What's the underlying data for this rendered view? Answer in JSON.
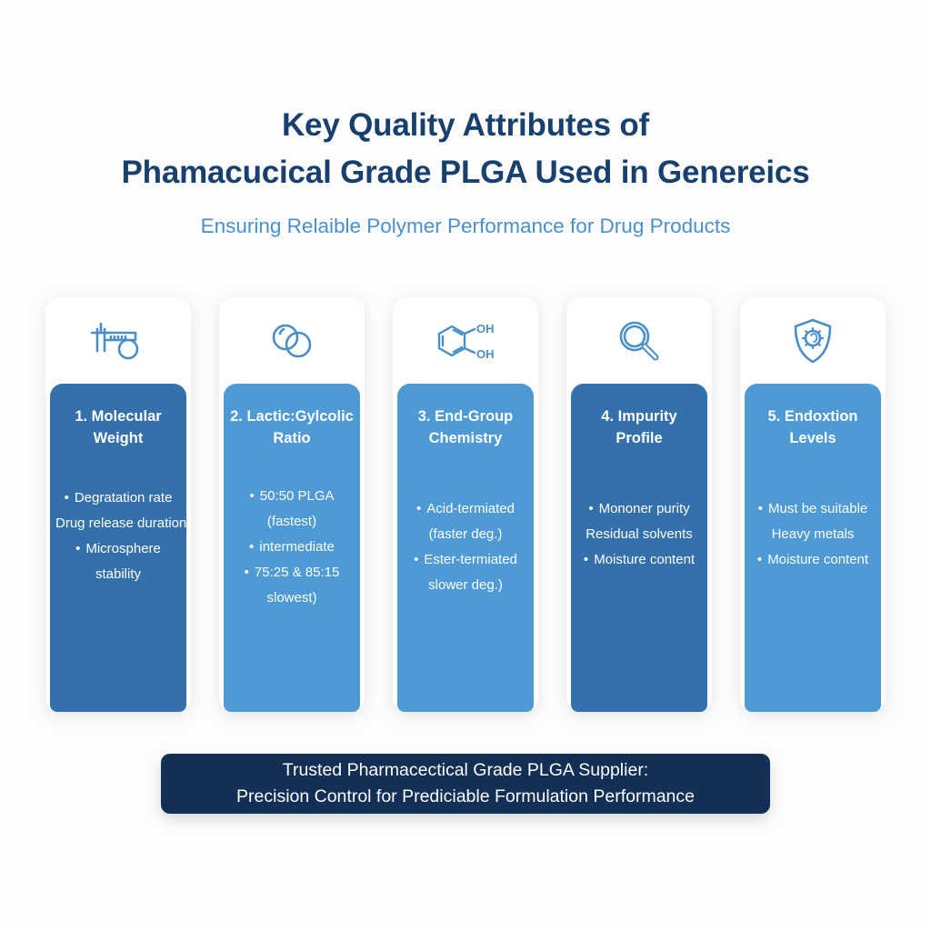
{
  "header": {
    "title_line1": "Key Quality Attributes of",
    "title_line2": "Phamacucical Grade PLGA Used in Genereics",
    "subtitle": "Ensuring Relaible Polymer Performance for Drug Products",
    "title_color": "#17406e",
    "subtitle_color": "#4a90cc"
  },
  "colors": {
    "background": "#fdfdfd",
    "panel_dark": "#3470ab",
    "panel_light": "#4e9ad4",
    "icon_blue": "#4a8fc7",
    "banner": "#122f56"
  },
  "cards": [
    {
      "icon": "caliper-icon",
      "heading_line1": "1. Molecular",
      "heading_line2": "Weight",
      "panel_color": "#3470ab",
      "bullets": [
        {
          "text": "Degratation rate",
          "bullet": true
        },
        {
          "text": "Drug release duration",
          "bullet": false
        },
        {
          "text": "Microsphere",
          "bullet": true
        },
        {
          "text": "stability",
          "bullet": false
        }
      ]
    },
    {
      "icon": "two-circles-icon",
      "heading_line1": "2. Lactic:Gylcolic",
      "heading_line2": "Ratio",
      "panel_color": "#4e9ad4",
      "bullets": [
        {
          "text": "50:50 PLGA",
          "bullet": true
        },
        {
          "text": "(fastest)",
          "bullet": false
        },
        {
          "text": "intermediate",
          "bullet": true
        },
        {
          "text": "75:25 & 85:15",
          "bullet": true
        },
        {
          "text": "slowest)",
          "bullet": false
        }
      ]
    },
    {
      "icon": "benzene-diol-icon",
      "heading_line1": "3. End-Group",
      "heading_line2": "Chemistry",
      "panel_color": "#4e9ad4",
      "bullets": [
        {
          "text": "Acid-termiated",
          "bullet": true
        },
        {
          "text": "(faster deg.)",
          "bullet": false
        },
        {
          "text": "Ester-termiated",
          "bullet": true
        },
        {
          "text": "slower deg.)",
          "bullet": false
        }
      ]
    },
    {
      "icon": "magnifier-icon",
      "heading_line1": "4. Impurity",
      "heading_line2": "Profile",
      "panel_color": "#3470ab",
      "bullets": [
        {
          "text": "Mononer purity",
          "bullet": true
        },
        {
          "text": "Residual solvents",
          "bullet": false
        },
        {
          "text": "Moisture content",
          "bullet": true
        }
      ]
    },
    {
      "icon": "shield-microbe-icon",
      "heading_line1": "5. Endoxtion",
      "heading_line2": "Levels",
      "panel_color": "#4e9ad4",
      "bullets": [
        {
          "text": "Must be suitable",
          "bullet": true
        },
        {
          "text": "Heavy metals",
          "bullet": false
        },
        {
          "text": "Moisture content",
          "bullet": true
        }
      ]
    }
  ],
  "banner": {
    "line1": "Trusted Pharmacectical Grade PLGA Supplier:",
    "line2": "Precision Control for Prediciable Formulation Performance"
  }
}
